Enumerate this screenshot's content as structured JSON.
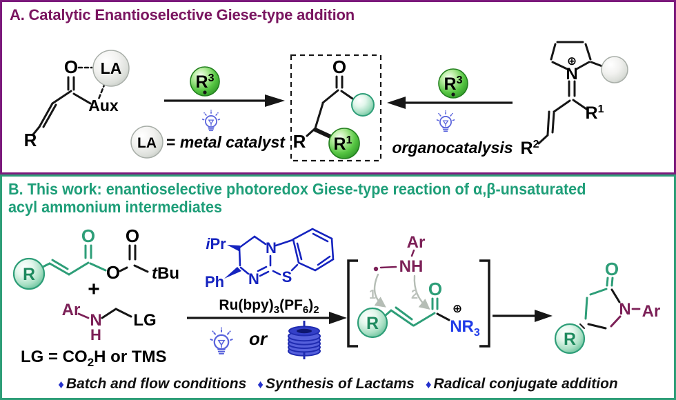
{
  "colors": {
    "panel_a_border": "#7C1A7C",
    "panel_a_title": "#7A1560",
    "panel_b_border": "#2E9E78",
    "panel_b_title": "#1E9E78",
    "green_bond": "#2E9E78",
    "green_sphere": "#45BD3A",
    "mint_sphere": "#8FD4B4",
    "gray_sphere": "#D5D8D4",
    "catalyst_blue": "#1523BF",
    "maroon": "#7C2057",
    "nr3_blue": "#1F3BE8",
    "bulb_blue": "#5A64DC",
    "gray_arrow": "#B5BDB5",
    "diamond_blue": "#2430CC"
  },
  "panelA": {
    "title": "A. Catalytic Enantioselective Giese-type addition",
    "enone": {
      "o": "O",
      "la": "LA",
      "aux": "Aux",
      "r": "R"
    },
    "la_legend": {
      "la": "LA",
      "eq": "= ",
      "value": "metal catalyst"
    },
    "radical_left": {
      "r": "R",
      "sup": "3"
    },
    "radical_right": {
      "r": "R",
      "sup": "3"
    },
    "product": {
      "o": "O",
      "r": "R",
      "r1": "R",
      "r1_sup": "1"
    },
    "organocatalysis_label": "organocatalysis",
    "iminium": {
      "plus": "⊕",
      "n": "N",
      "r1": "R",
      "r1_sup": "1",
      "r2": "R",
      "r2_sup": "2"
    }
  },
  "panelB": {
    "title_line1": "B. This work: enantioselective photoredox Giese-type reaction of α,β-unsaturated",
    "title_line2": "acyl ammonium intermediates",
    "anhydride": {
      "r": "R",
      "o_acyl": "O",
      "o_ester": "O",
      "o_piv": "O",
      "tbu_t": "t",
      "tbu": "Bu",
      "plus": "+"
    },
    "amine": {
      "ar": "Ar",
      "n": "N",
      "h": "H",
      "lg": "LG"
    },
    "lg_definition": {
      "t1": "LG = CO",
      "sub": "2",
      "t2": "H or TMS"
    },
    "catalyst": {
      "ipr_i": "i",
      "ipr": "Pr",
      "ph": "Ph",
      "n1": "N",
      "n3": "N",
      "s": "S"
    },
    "conditions": {
      "ru1": "Ru(bpy)",
      "ru_s1": "3",
      "ru2": "(PF",
      "ru_s2": "6",
      "ru3": ")",
      "ru_s3": "2",
      "or_label": "or"
    },
    "intermediate": {
      "ar": "Ar",
      "nh": "NH",
      "step1": "1",
      "step2": "2",
      "r": "R",
      "o": "O",
      "plus": "⊕",
      "nr": "NR",
      "nr_sub": "3"
    },
    "lactam": {
      "o": "O",
      "n": "N",
      "ar": "Ar",
      "r": "R"
    },
    "footer": {
      "bullet": "♦",
      "items": [
        "Batch and flow conditions",
        "Synthesis of Lactams",
        "Radical conjugate addition"
      ]
    }
  }
}
